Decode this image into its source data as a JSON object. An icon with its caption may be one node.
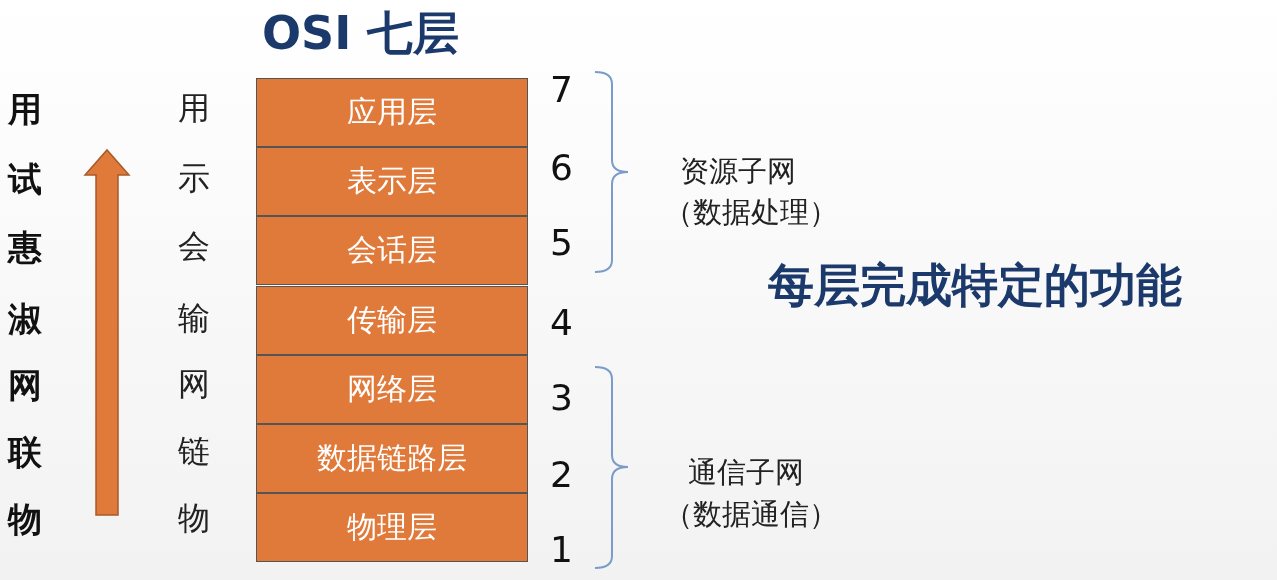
{
  "diagram": {
    "title": "OSI 七层",
    "nodes": [
      {
        "text": [
          "应用层"
        ]
      },
      {
        "text": [
          "表示层"
        ]
      },
      {
        "text": [
          "会话层"
        ]
      },
      {
        "text": [
          "传输层"
        ]
      },
      {
        "text": [
          "网络层"
        ]
      },
      {
        "text": [
          "数据链路层"
        ]
      },
      {
        "text": [
          "物理层"
        ]
      }
    ],
    "edges": [],
    "labels": [
      "用",
      "试",
      "惠",
      "淑",
      "网",
      "联",
      "物",
      "用",
      "示",
      "会",
      "输",
      "网",
      "链",
      "物",
      "7",
      "6",
      "5",
      "4",
      "3",
      "2",
      "1",
      "资源子网",
      "（数据处理）",
      "通信子网",
      "（数据通信）",
      "每层完成特定的功能"
    ]
  }
}
